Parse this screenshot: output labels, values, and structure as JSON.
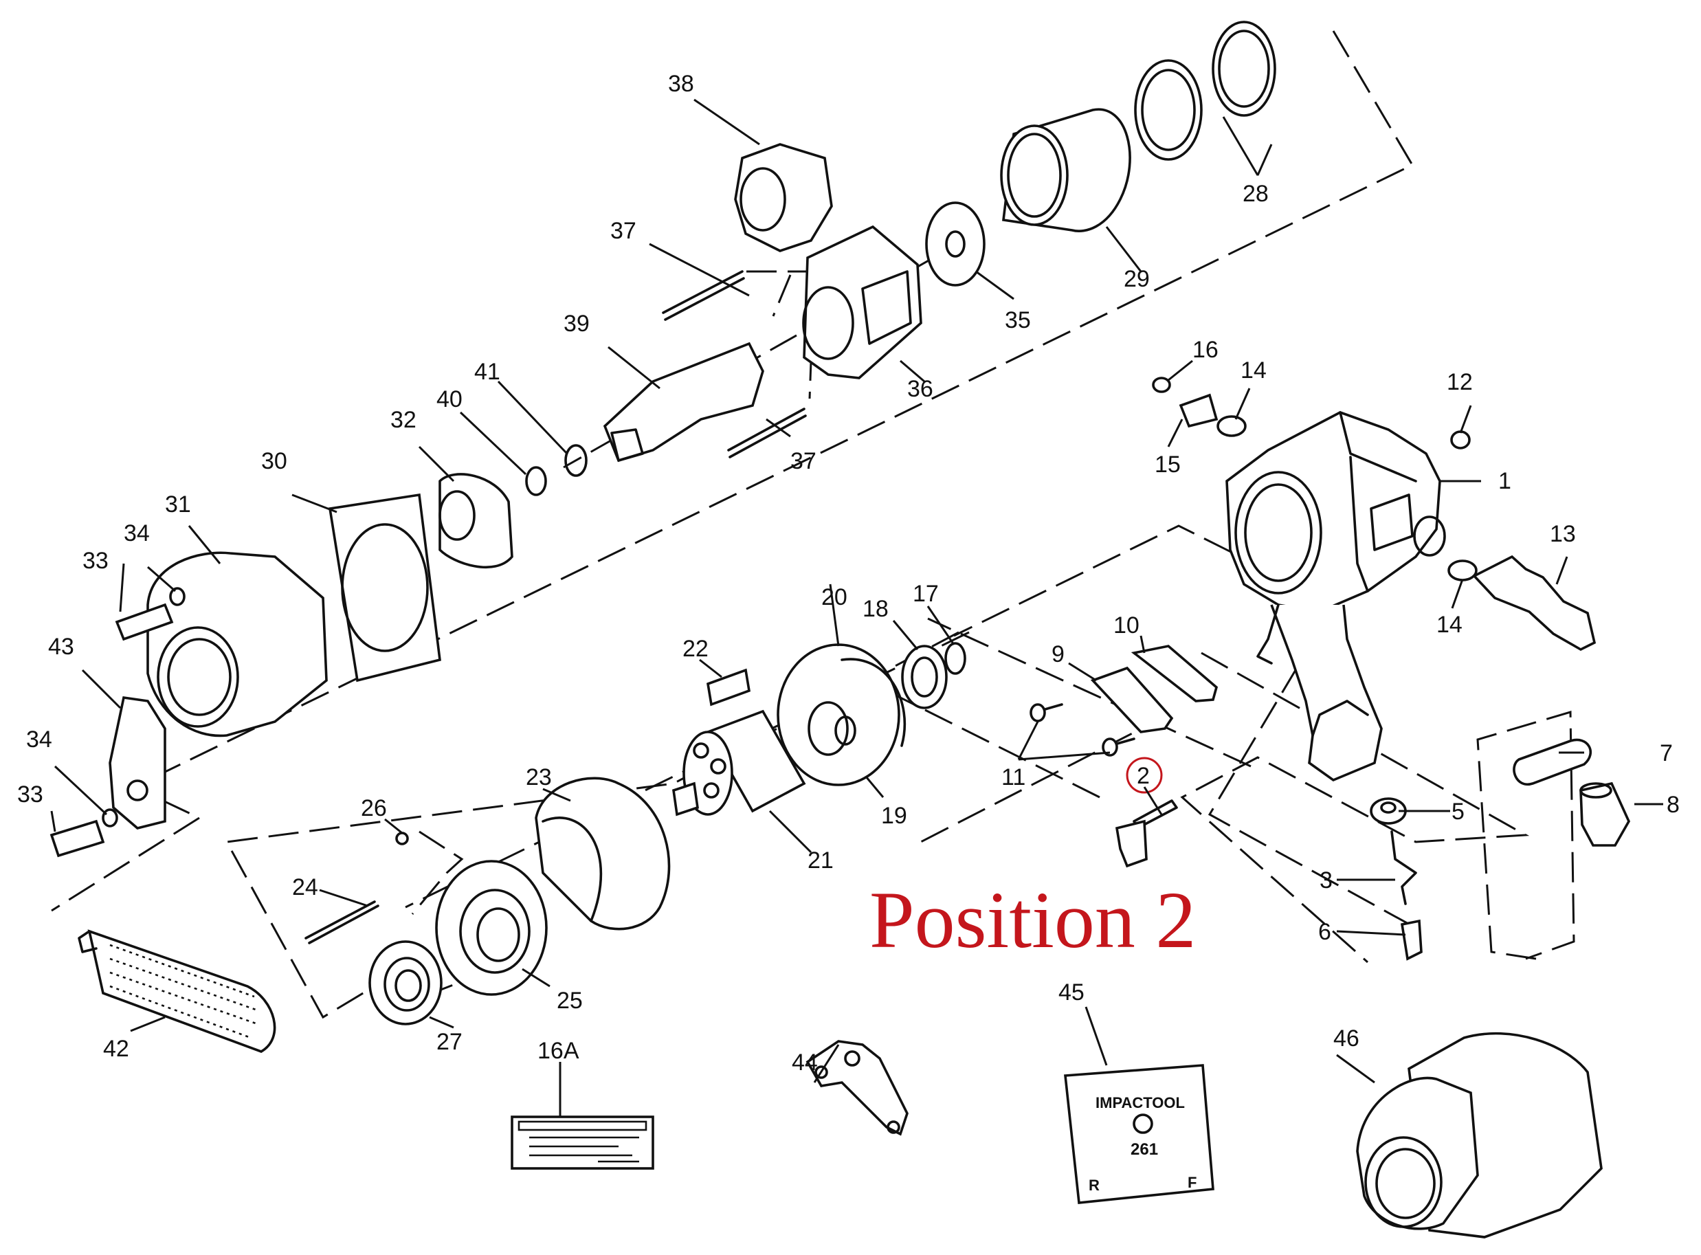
{
  "labels": {
    "p1": "1",
    "p2": "2",
    "p3": "3",
    "p5": "5",
    "p6": "6",
    "p7": "7",
    "p8": "8",
    "p9": "9",
    "p10": "10",
    "p11": "11",
    "p12": "12",
    "p13": "13",
    "p14a": "14",
    "p14b": "14",
    "p15": "15",
    "p16": "16",
    "p16a": "16A",
    "p17": "17",
    "p18": "18",
    "p19": "19",
    "p20": "20",
    "p21": "21",
    "p22": "22",
    "p23": "23",
    "p24": "24",
    "p25": "25",
    "p26": "26",
    "p27": "27",
    "p28": "28",
    "p29": "29",
    "p30": "30",
    "p31": "31",
    "p32": "32",
    "p33a": "33",
    "p33b": "33",
    "p34a": "34",
    "p34b": "34",
    "p35": "35",
    "p36": "36",
    "p37a": "37",
    "p37b": "37",
    "p38": "38",
    "p39": "39",
    "p40": "40",
    "p41": "41",
    "p42": "42",
    "p43": "43",
    "p44": "44",
    "p45": "45",
    "p46": "46"
  },
  "annotation": "Position 2",
  "nameplate": {
    "brand": "IMPACTOOL",
    "model": "261",
    "rev": "R",
    "fwd": "F"
  },
  "colors": {
    "highlight": "#c4161c",
    "line": "#111111"
  }
}
